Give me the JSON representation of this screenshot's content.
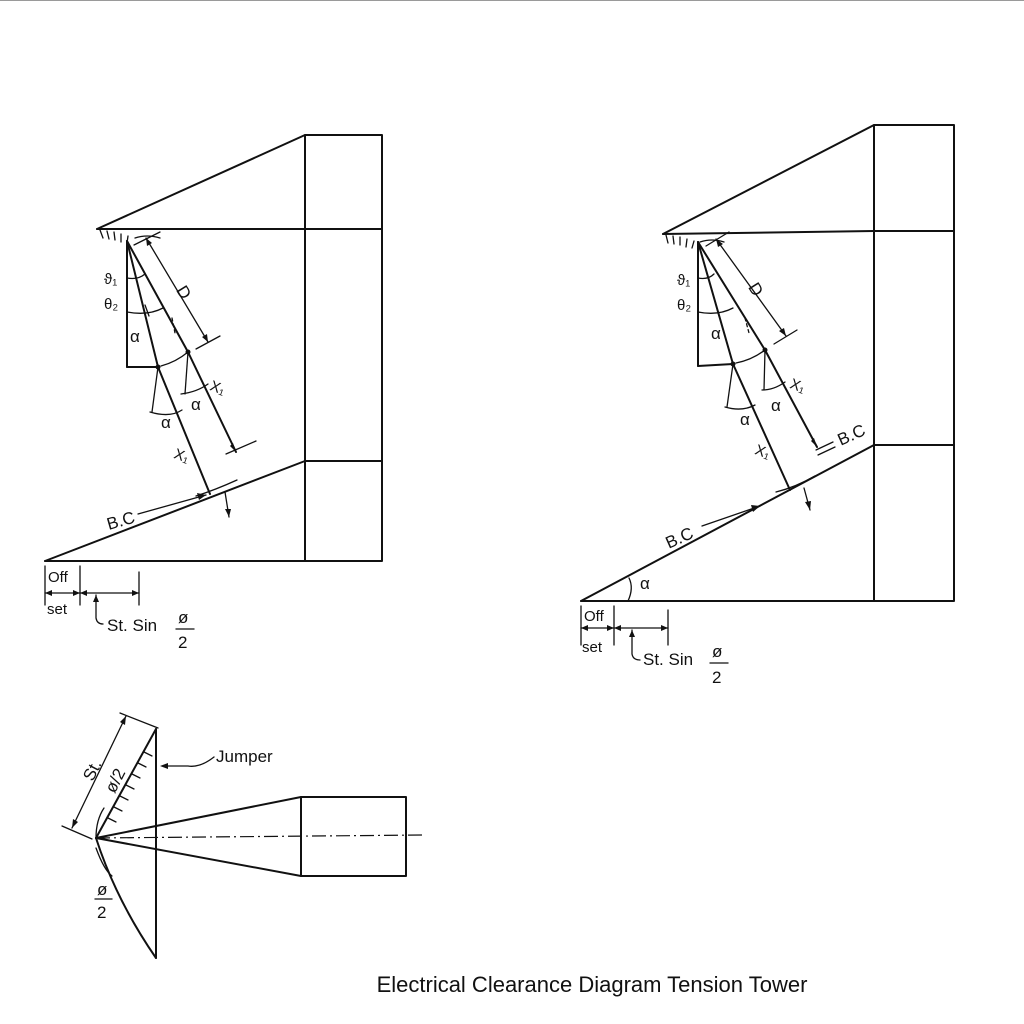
{
  "caption": "Electrical Clearance Diagram Tension Tower",
  "labels": {
    "theta1": "ϑ₁",
    "theta2": "θ₂",
    "alpha": "α",
    "d": "D",
    "x1": "X₁",
    "bc": "B.C",
    "off": "Off",
    "set": "set",
    "st_sin": "St. Sin",
    "phi": "ø",
    "two": "2",
    "st": "St.",
    "phi_half": "ø/2",
    "jumper": "Jumper"
  }
}
